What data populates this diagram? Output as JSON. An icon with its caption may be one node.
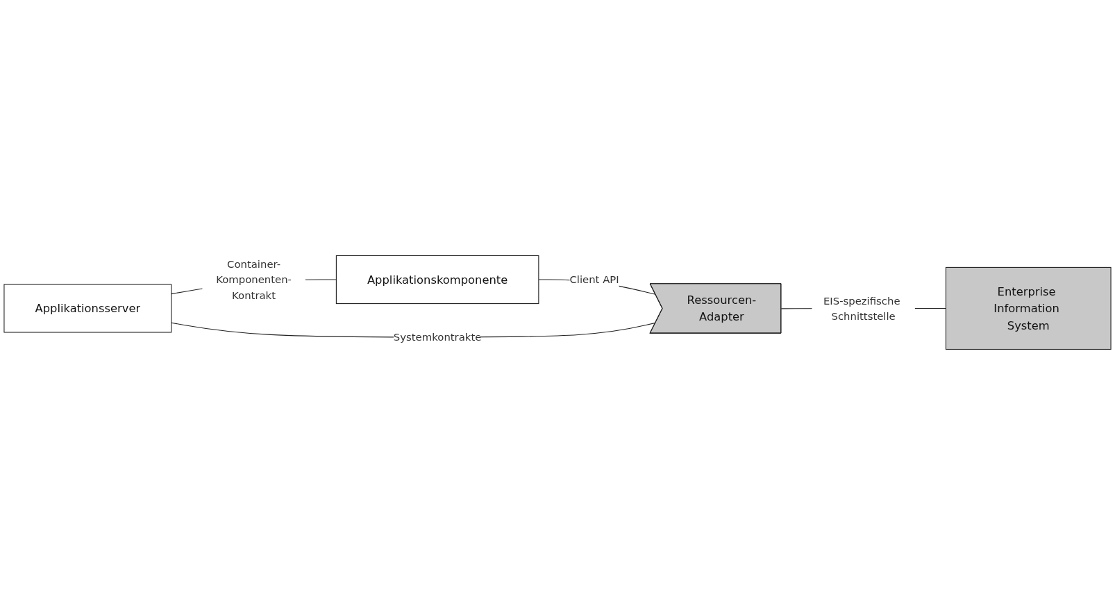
{
  "diagram": {
    "nodes": [
      {
        "text": [
          "Applikationsserver"
        ]
      },
      {
        "text": [
          "Applikationskomponente"
        ]
      },
      {
        "text": [
          "Ressourcen-Adapter"
        ]
      },
      {
        "text": [
          "Enterprise Information System"
        ]
      }
    ],
    "edges": [
      {
        "from": 0,
        "to": 1,
        "arrow": "none",
        "label": "Container-Komponenten-Kontrakt"
      },
      {
        "from": 1,
        "to": 2,
        "arrow": "none",
        "label": "Client API"
      },
      {
        "from": 0,
        "to": 2,
        "arrow": "none",
        "label": "Systemkontrakte"
      },
      {
        "from": 2,
        "to": 3,
        "arrow": "none",
        "label": "EIS-spezifische Schnittstelle"
      }
    ]
  }
}
